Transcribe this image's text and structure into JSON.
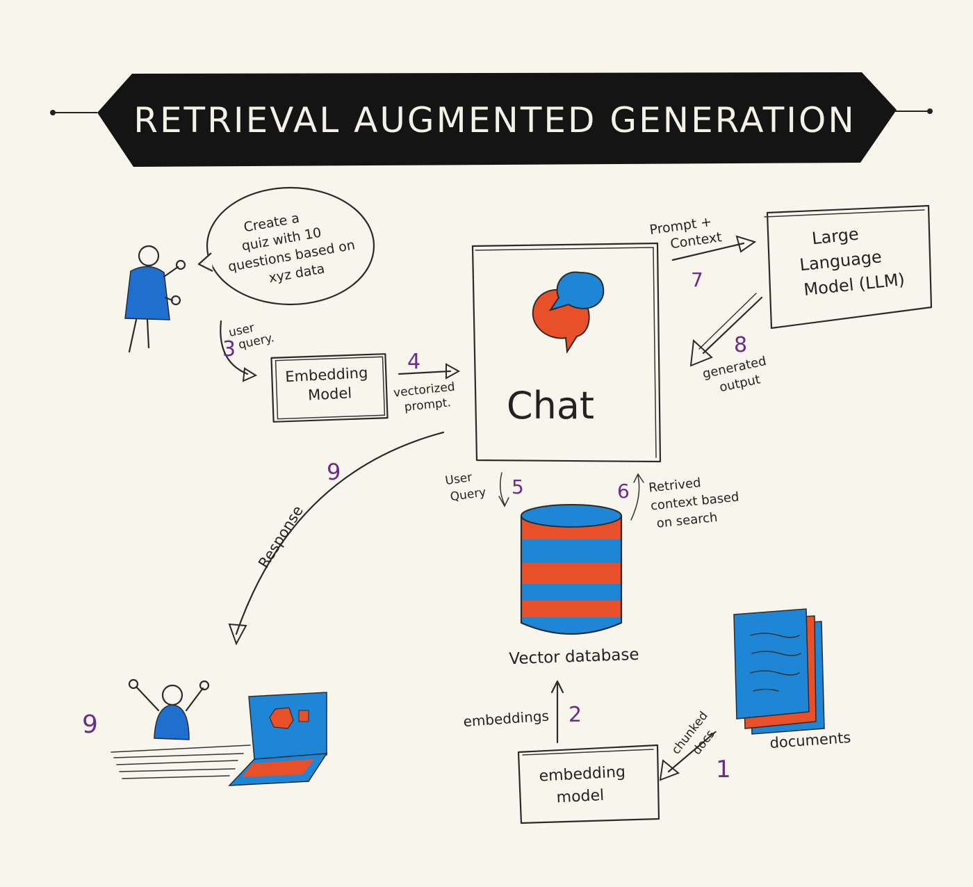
{
  "title": "RETRIEVAL AUGMENTED GENERATION",
  "speech_bubble": [
    "Create a",
    "quiz with 10",
    "questions based on",
    "xyz data"
  ],
  "user_query_label": [
    "user",
    "query."
  ],
  "embedding_model_top": [
    "Embedding",
    "Model"
  ],
  "vectorized_prompt": [
    "vectorized",
    "prompt."
  ],
  "chat_label": "Chat",
  "prompt_context": [
    "Prompt +",
    "Context"
  ],
  "llm": [
    "Large",
    "Language",
    "Model (LLM)"
  ],
  "generated_output": [
    "generated",
    "output"
  ],
  "response_label": "Response",
  "user_query_5": [
    "User",
    "Query"
  ],
  "retrieved_context": [
    "Retrived",
    "context based",
    "on search"
  ],
  "vector_database": "Vector database",
  "embeddings_label": "embeddings",
  "embedding_model_bottom": [
    "embedding",
    "model"
  ],
  "chunked_docs": [
    "chunked",
    "docs."
  ],
  "documents_label": "documents",
  "steps": {
    "s1": "1",
    "s2": "2",
    "s3": "3",
    "s4": "4",
    "s5": "5",
    "s6": "6",
    "s7": "7",
    "s8": "8",
    "s9a": "9",
    "s9b": "9"
  },
  "colors": {
    "blue": "#1f86d6",
    "orange": "#e8502a",
    "purple": "#6b2a8c",
    "ink": "#2a2a2a",
    "paper": "#f8f5ec",
    "banner": "#141414"
  }
}
